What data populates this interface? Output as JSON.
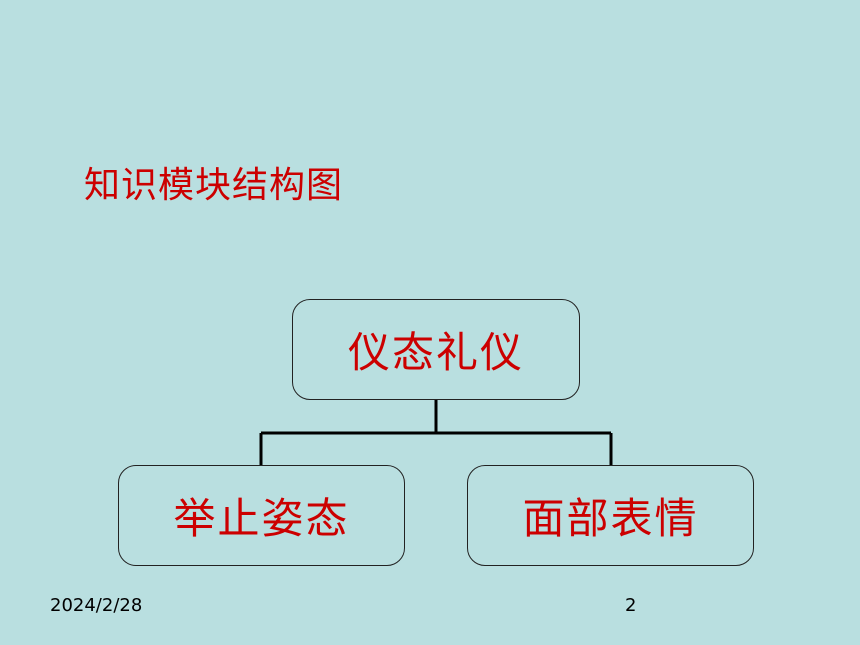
{
  "slide": {
    "title": "知识模块结构图",
    "diagram": {
      "root": "仪态礼仪",
      "children": [
        "举止姿态",
        "面部表情"
      ]
    },
    "footer": {
      "date": "2024/2/28",
      "page_number": "2"
    },
    "colors": {
      "background": "#b9dfe0",
      "text_accent": "#cc0000",
      "line": "#000000"
    }
  }
}
